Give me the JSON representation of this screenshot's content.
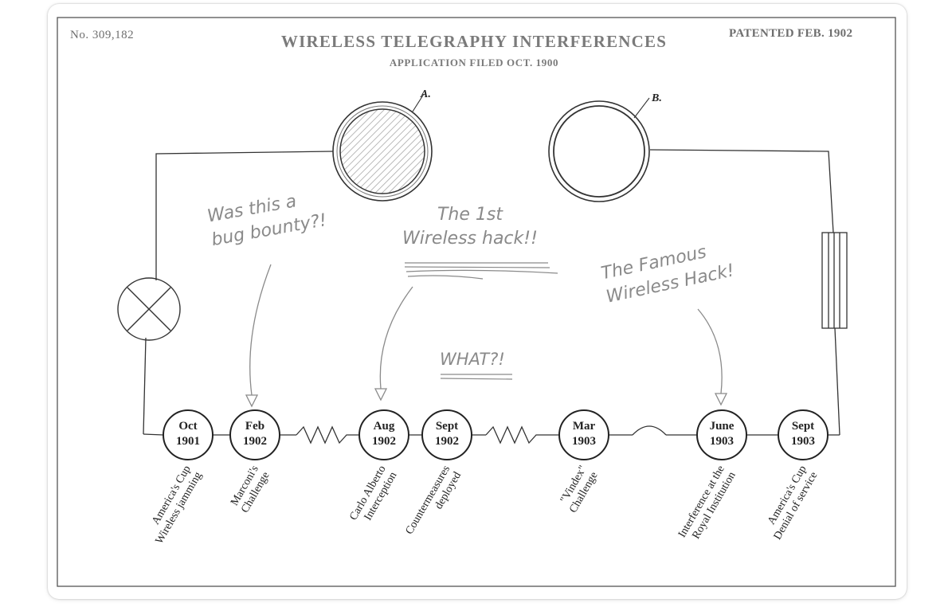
{
  "header": {
    "patent_number": "No. 309,182",
    "title": "WIRELESS TELEGRAPHY INTERFERENCES",
    "subtitle": "APPLICATION FILED OCT. 1900",
    "patent_date": "PATENTED FEB. 1902"
  },
  "figure_labels": {
    "a": "A.",
    "b": "B."
  },
  "annotations": {
    "bug_bounty": "Was this a\nbug bounty?!",
    "first_hack": "The 1st\nWireless hack!!",
    "what": "WHAT?!",
    "famous_hack": "The Famous\nWireless Hack!"
  },
  "timeline": [
    {
      "month": "Oct",
      "year": "1901",
      "event_line1": "America's Cup",
      "event_line2": "Wireless jamming"
    },
    {
      "month": "Feb",
      "year": "1902",
      "event_line1": "Marconi's",
      "event_line2": "Challenge"
    },
    {
      "month": "Aug",
      "year": "1902",
      "event_line1": "Carlo Alberto",
      "event_line2": "Interception"
    },
    {
      "month": "Sept",
      "year": "1902",
      "event_line1": "Countermeasures",
      "event_line2": "deployed"
    },
    {
      "month": "Mar",
      "year": "1903",
      "event_line1": "\"Vindex\"",
      "event_line2": "Challenge"
    },
    {
      "month": "June",
      "year": "1903",
      "event_line1": "Interference at the",
      "event_line2": "Royal Institution"
    },
    {
      "month": "Sept",
      "year": "1903",
      "event_line1": "America's Cup",
      "event_line2": "Denial of service"
    }
  ]
}
